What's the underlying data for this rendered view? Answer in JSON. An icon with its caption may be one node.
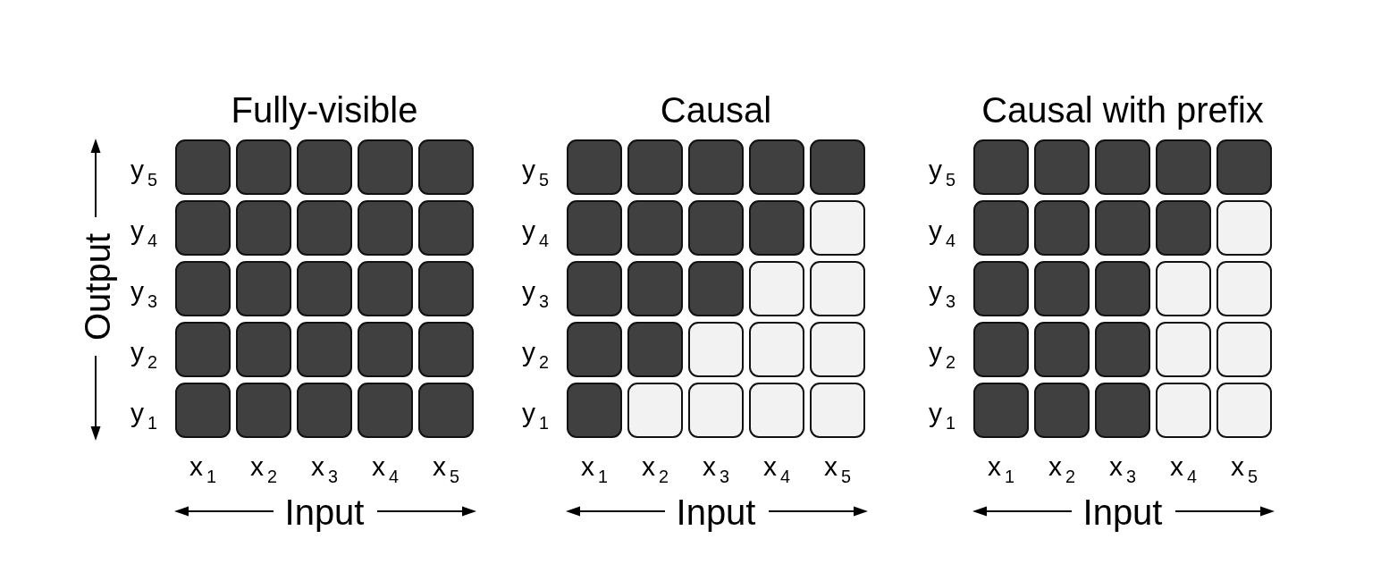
{
  "diagram": {
    "nodes": [
      {
        "text": [],
        "shape": "box"
      },
      {
        "text": [],
        "shape": "box"
      },
      {
        "text": [],
        "shape": "box"
      },
      {
        "text": [],
        "shape": "box"
      },
      {
        "text": [],
        "shape": "box"
      },
      {
        "text": [],
        "shape": "box"
      },
      {
        "text": [],
        "shape": "box"
      },
      {
        "text": [],
        "shape": "box"
      },
      {
        "text": [],
        "shape": "box"
      },
      {
        "text": [],
        "shape": "box"
      },
      {
        "text": [],
        "shape": "box"
      },
      {
        "text": [],
        "shape": "box"
      },
      {
        "text": [],
        "shape": "box"
      },
      {
        "text": [],
        "shape": "box"
      },
      {
        "text": [],
        "shape": "box"
      },
      {
        "text": [],
        "shape": "box"
      },
      {
        "text": [],
        "shape": "box"
      },
      {
        "text": [],
        "shape": "box"
      },
      {
        "text": [],
        "shape": "box"
      },
      {
        "text": [],
        "shape": "box"
      },
      {
        "text": [],
        "shape": "box"
      },
      {
        "text": [],
        "shape": "box"
      },
      {
        "text": [],
        "shape": "box"
      },
      {
        "text": [],
        "shape": "box"
      },
      {
        "text": [],
        "shape": "box"
      },
      {
        "text": [],
        "shape": "box"
      },
      {
        "text": [],
        "shape": "box"
      },
      {
        "text": [],
        "shape": "box"
      },
      {
        "text": [],
        "shape": "box"
      },
      {
        "text": [],
        "shape": "box"
      },
      {
        "text": [],
        "shape": "box"
      },
      {
        "text": [],
        "shape": "box"
      },
      {
        "text": [],
        "shape": "box"
      },
      {
        "text": [],
        "shape": "box"
      },
      {
        "text": [],
        "shape": "box"
      },
      {
        "text": [],
        "shape": "box"
      },
      {
        "text": [],
        "shape": "box"
      },
      {
        "text": [],
        "shape": "box"
      },
      {
        "text": [],
        "shape": "box"
      },
      {
        "text": [],
        "shape": "box"
      },
      {
        "text": [],
        "shape": "box"
      },
      {
        "text": [],
        "shape": "box"
      },
      {
        "text": [],
        "shape": "box"
      },
      {
        "text": [],
        "shape": "box"
      },
      {
        "text": [],
        "shape": "box"
      },
      {
        "text": [],
        "shape": "box"
      },
      {
        "text": [],
        "shape": "box"
      },
      {
        "text": [],
        "shape": "box"
      },
      {
        "text": [],
        "shape": "box"
      },
      {
        "text": [],
        "shape": "box"
      },
      {
        "text": [],
        "shape": "box"
      },
      {
        "text": [],
        "shape": "box"
      },
      {
        "text": [],
        "shape": "box"
      },
      {
        "text": [],
        "shape": "box"
      },
      {
        "text": [],
        "shape": "box"
      },
      {
        "text": [],
        "shape": "box"
      },
      {
        "text": [],
        "shape": "box"
      },
      {
        "text": [],
        "shape": "box"
      },
      {
        "text": [],
        "shape": "box"
      },
      {
        "text": [],
        "shape": "box"
      },
      {
        "text": [],
        "shape": "box"
      },
      {
        "text": [],
        "shape": "box"
      },
      {
        "text": [],
        "shape": "box"
      },
      {
        "text": [],
        "shape": "box"
      },
      {
        "text": [],
        "shape": "box"
      },
      {
        "text": [],
        "shape": "box"
      },
      {
        "text": [],
        "shape": "box"
      },
      {
        "text": [],
        "shape": "box"
      },
      {
        "text": [],
        "shape": "box"
      },
      {
        "text": [],
        "shape": "box"
      },
      {
        "text": [],
        "shape": "box"
      },
      {
        "text": [],
        "shape": "box"
      },
      {
        "text": [],
        "shape": "box"
      },
      {
        "text": [],
        "shape": "box"
      },
      {
        "text": [],
        "shape": "box"
      }
    ],
    "labels": [
      "Fully-visible",
      "Output",
      "y$_{5}$",
      "y$_{4}$",
      "y$_{3}$",
      "y$_{2}$",
      "y$_{1}$",
      "x$_{1}$",
      "x$_{2}$",
      "x$_{3}$",
      "x$_{4}$",
      "x$_{5}$",
      "Input",
      "Causal",
      "y$_{5}$",
      "y$_{4}$",
      "y$_{3}$",
      "y$_{2}$",
      "y$_{1}$",
      "x$_{1}$",
      "x$_{2}$",
      "x$_{3}$",
      "x$_{4}$",
      "x$_{5}$",
      "Input",
      "Causal with prefix",
      "y$_{5}$",
      "y$_{4}$",
      "y$_{3}$",
      "y$_{2}$",
      "y$_{1}$",
      "x$_{1}$",
      "x$_{2}$",
      "x$_{3}$",
      "x$_{4}$",
      "x$_{5}$",
      "Input"
    ]
  }
}
